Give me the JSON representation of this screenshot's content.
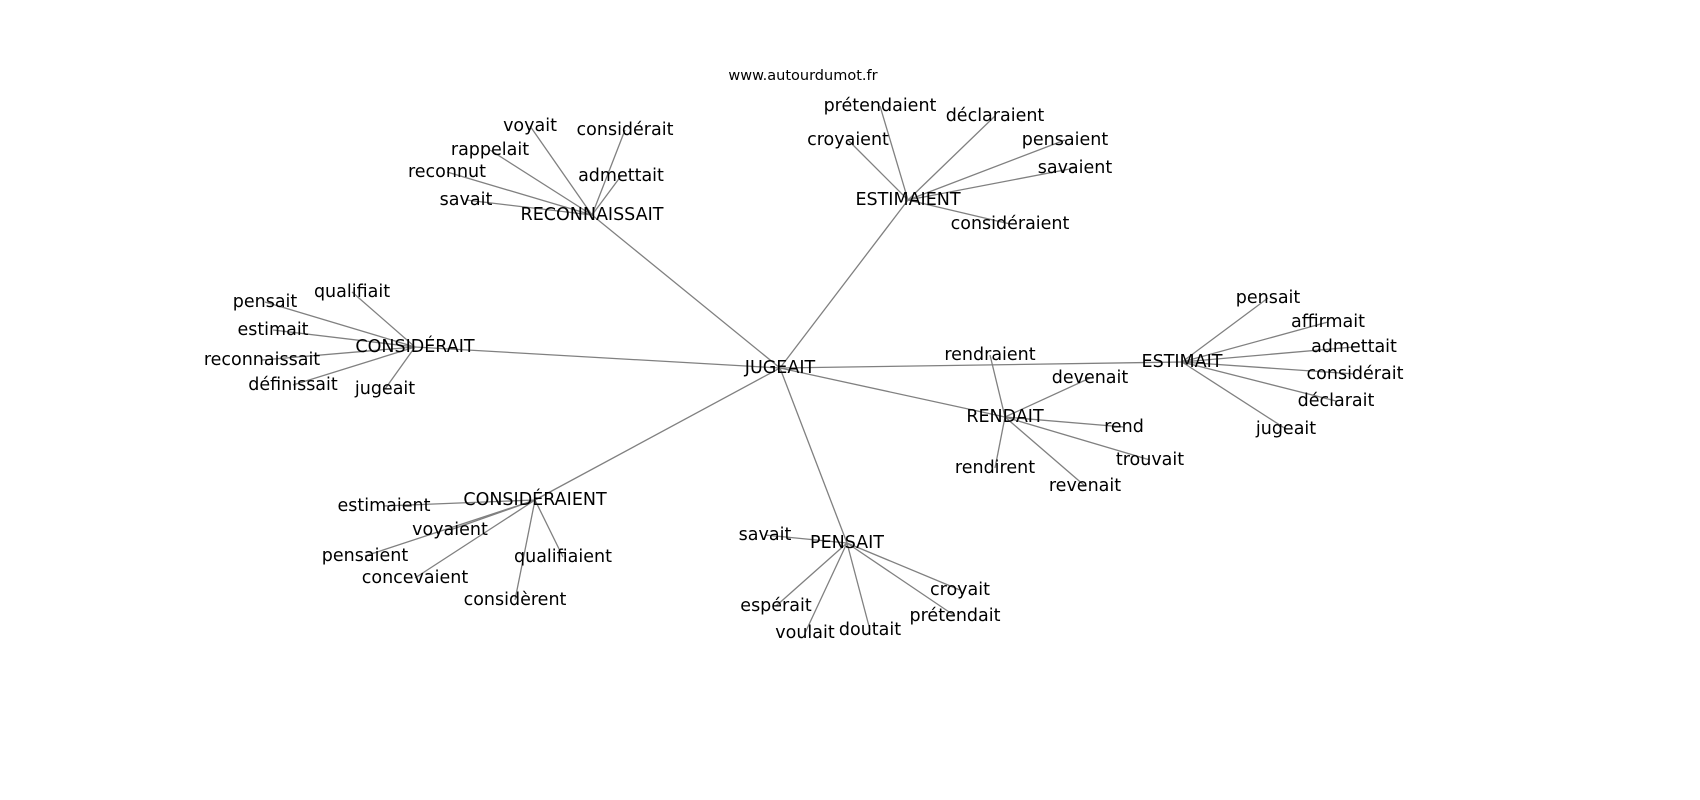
{
  "title": "www.autourdumot.fr",
  "center": "JUGEAIT",
  "groups": [
    {
      "hub": "RECONNAISSAIT",
      "children": [
        "voyait",
        "considérait",
        "rappelait",
        "reconnut",
        "admettait",
        "savait"
      ]
    },
    {
      "hub": "ESTIMAIENT",
      "children": [
        "prétendaient",
        "déclaraient",
        "croyaient",
        "pensaient",
        "savaient",
        "considéraient"
      ]
    },
    {
      "hub": "CONSIDÉRAIT",
      "children": [
        "pensait",
        "qualifiait",
        "estimait",
        "reconnaissait",
        "définissait",
        "jugeait"
      ]
    },
    {
      "hub": "ESTIMAIT",
      "children": [
        "pensait",
        "affirmait",
        "admettait",
        "considérait",
        "déclarait",
        "jugeait"
      ]
    },
    {
      "hub": "RENDAIT",
      "children": [
        "rendraient",
        "devenait",
        "rend",
        "trouvait",
        "rendirent",
        "revenait"
      ]
    },
    {
      "hub": "CONSIDÉRAIENT",
      "children": [
        "estimaient",
        "voyaient",
        "pensaient",
        "qualifiaient",
        "concevaient",
        "considèrent"
      ]
    },
    {
      "hub": "PENSAIT",
      "children": [
        "savait",
        "croyait",
        "espérait",
        "voulait",
        "doutait",
        "prétendait"
      ]
    }
  ],
  "colors": {
    "edge": "#808080",
    "text": "#000000"
  }
}
